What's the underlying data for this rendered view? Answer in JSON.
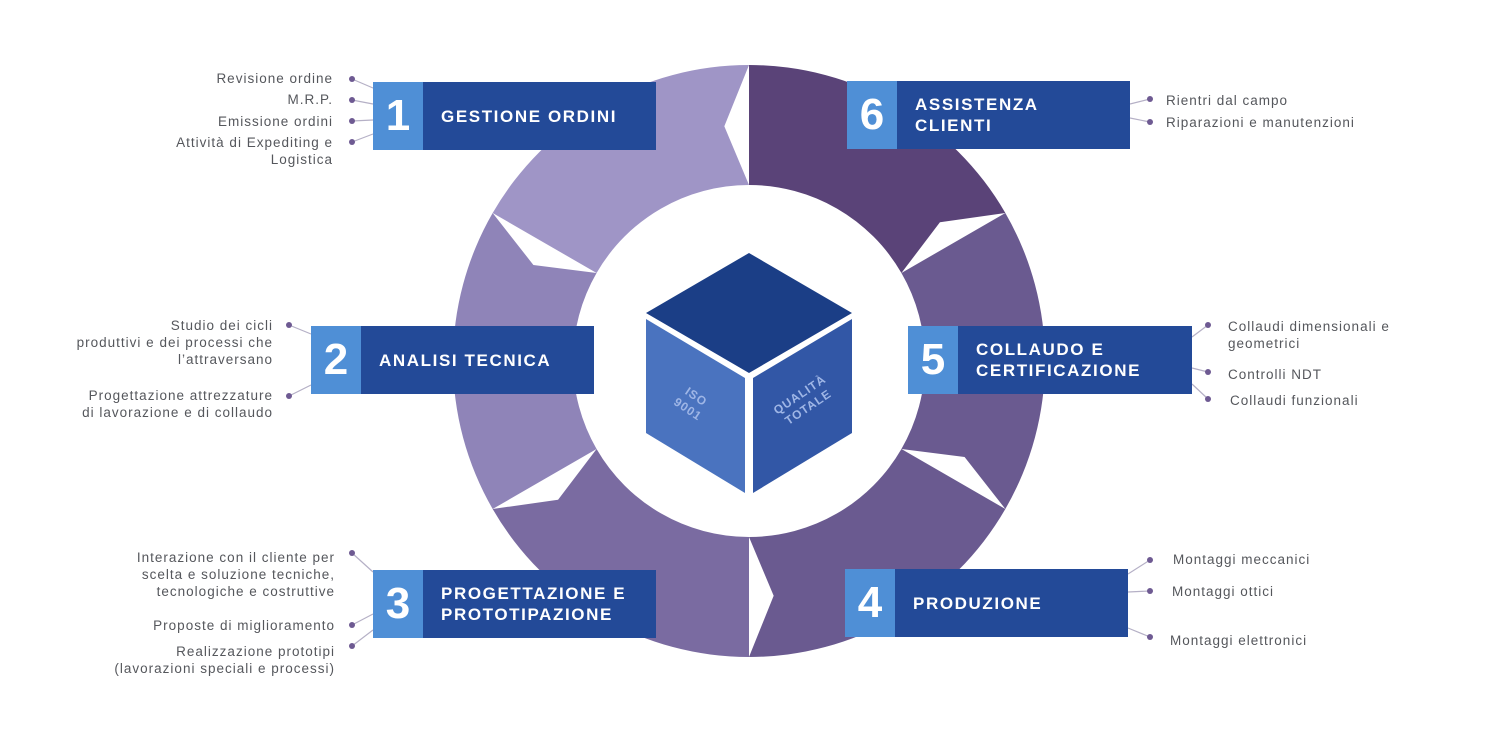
{
  "center": {
    "iso": [
      "ISO",
      "9001"
    ],
    "qualita": [
      "QUALITÀ",
      "TOTALE"
    ]
  },
  "steps": [
    {
      "id": "1",
      "num": "1",
      "title": "GESTIONE ORDINI",
      "items": [
        "Revisione ordine",
        "M.R.P.",
        "Emissione ordini",
        "Attività di Expediting e\nLogistica"
      ]
    },
    {
      "id": "2",
      "num": "2",
      "title": "ANALISI TECNICA",
      "items": [
        "Studio dei cicli\nproduttivi e dei processi che\nl’attraversano",
        "Progettazione attrezzature\ndi lavorazione e di collaudo"
      ]
    },
    {
      "id": "3",
      "num": "3",
      "title": "PROGETTAZIONE E\nPROTOTIPAZIONE",
      "items": [
        "Interazione con il cliente per\nscelta e soluzione tecniche,\ntecnologiche e costruttive",
        "Proposte di miglioramento",
        "Realizzazione prototipi\n(lavorazioni speciali e processi)"
      ]
    },
    {
      "id": "4",
      "num": "4",
      "title": "PRODUZIONE",
      "items": [
        "Montaggi meccanici",
        "Montaggi ottici",
        "Montaggi elettronici"
      ]
    },
    {
      "id": "5",
      "num": "5",
      "title": "COLLAUDO E\nCERTIFICAZIONE",
      "items": [
        "Collaudi dimensionali e\ngeometrici",
        "Controlli NDT",
        "Collaudi funzionali"
      ]
    },
    {
      "id": "6",
      "num": "6",
      "title": "ASSISTENZA\nCLIENTI",
      "items": [
        "Rientri dal campo",
        "Riparazioni e manutenzioni"
      ]
    }
  ],
  "colors": {
    "box": "#234a98",
    "num": "#4f8fd6",
    "text": "#55575c",
    "dot": "#6e5a92",
    "ring": [
      "#9f95c6",
      "#8f84b8",
      "#877aae",
      "#7a6ba1",
      "#6a5a90",
      "#5a4378"
    ]
  }
}
